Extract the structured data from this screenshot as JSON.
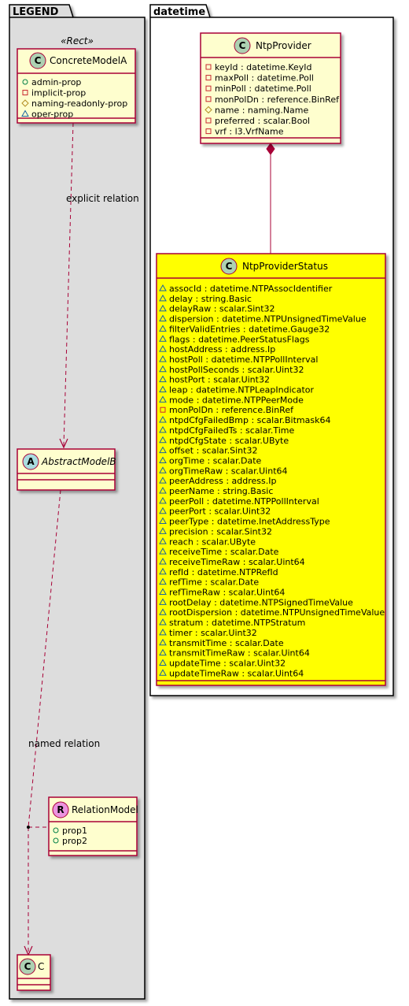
{
  "packages": {
    "legend": {
      "title": "LEGEND",
      "stereotype": "«Rect»"
    },
    "datetime": {
      "title": "datetime"
    }
  },
  "legend_classes": {
    "concrete": {
      "glyph": "C",
      "name": "ConcreteModelA",
      "attrs": [
        {
          "vis": "public",
          "text": "admin-prop"
        },
        {
          "vis": "private",
          "text": "implicit-prop"
        },
        {
          "vis": "protected",
          "text": "naming-readonly-prop"
        },
        {
          "vis": "package",
          "text": "oper-prop"
        }
      ]
    },
    "abstract": {
      "glyph": "A",
      "name": "AbstractModelB"
    },
    "relation": {
      "glyph": "R",
      "name": "RelationModel",
      "attrs": [
        {
          "vis": "public",
          "text": "prop1"
        },
        {
          "vis": "public",
          "text": "prop2"
        }
      ]
    },
    "c": {
      "glyph": "C",
      "name": "C"
    }
  },
  "edge_labels": {
    "explicit": "explicit relation",
    "named": "named relation"
  },
  "ntp_provider": {
    "glyph": "C",
    "name": "NtpProvider",
    "attrs": [
      {
        "vis": "private",
        "text": "keyId : datetime.KeyId"
      },
      {
        "vis": "private",
        "text": "maxPoll : datetime.Poll"
      },
      {
        "vis": "private",
        "text": "minPoll : datetime.Poll"
      },
      {
        "vis": "private",
        "text": "monPolDn : reference.BinRef"
      },
      {
        "vis": "protected",
        "text": "name : naming.Name"
      },
      {
        "vis": "private",
        "text": "preferred : scalar.Bool"
      },
      {
        "vis": "private",
        "text": "vrf : l3.VrfName"
      }
    ]
  },
  "ntp_provider_status": {
    "glyph": "C",
    "name": "NtpProviderStatus",
    "attrs": [
      {
        "vis": "package",
        "text": "assocId : datetime.NTPAssocIdentifier"
      },
      {
        "vis": "package",
        "text": "delay : string.Basic"
      },
      {
        "vis": "package",
        "text": "delayRaw : scalar.Sint32"
      },
      {
        "vis": "package",
        "text": "dispersion : datetime.NTPUnsignedTimeValue"
      },
      {
        "vis": "package",
        "text": "filterValidEntries : datetime.Gauge32"
      },
      {
        "vis": "package",
        "text": "flags : datetime.PeerStatusFlags"
      },
      {
        "vis": "package",
        "text": "hostAddress : address.Ip"
      },
      {
        "vis": "package",
        "text": "hostPoll : datetime.NTPPollInterval"
      },
      {
        "vis": "package",
        "text": "hostPollSeconds : scalar.Uint32"
      },
      {
        "vis": "package",
        "text": "hostPort : scalar.Uint32"
      },
      {
        "vis": "package",
        "text": "leap : datetime.NTPLeapIndicator"
      },
      {
        "vis": "package",
        "text": "mode : datetime.NTPPeerMode"
      },
      {
        "vis": "private",
        "text": "monPolDn : reference.BinRef"
      },
      {
        "vis": "package",
        "text": "ntpdCfgFailedBmp : scalar.Bitmask64"
      },
      {
        "vis": "package",
        "text": "ntpdCfgFailedTs : scalar.Time"
      },
      {
        "vis": "package",
        "text": "ntpdCfgState : scalar.UByte"
      },
      {
        "vis": "package",
        "text": "offset : scalar.Sint32"
      },
      {
        "vis": "package",
        "text": "orgTime : scalar.Date"
      },
      {
        "vis": "package",
        "text": "orgTimeRaw : scalar.Uint64"
      },
      {
        "vis": "package",
        "text": "peerAddress : address.Ip"
      },
      {
        "vis": "package",
        "text": "peerName : string.Basic"
      },
      {
        "vis": "package",
        "text": "peerPoll : datetime.NTPPollInterval"
      },
      {
        "vis": "package",
        "text": "peerPort : scalar.Uint32"
      },
      {
        "vis": "package",
        "text": "peerType : datetime.InetAddressType"
      },
      {
        "vis": "package",
        "text": "precision : scalar.Sint32"
      },
      {
        "vis": "package",
        "text": "reach : scalar.UByte"
      },
      {
        "vis": "package",
        "text": "receiveTime : scalar.Date"
      },
      {
        "vis": "package",
        "text": "receiveTimeRaw : scalar.Uint64"
      },
      {
        "vis": "package",
        "text": "refId : datetime.NTPRefId"
      },
      {
        "vis": "package",
        "text": "refTime : scalar.Date"
      },
      {
        "vis": "package",
        "text": "refTimeRaw : scalar.Uint64"
      },
      {
        "vis": "package",
        "text": "rootDelay : datetime.NTPSignedTimeValue"
      },
      {
        "vis": "package",
        "text": "rootDispersion : datetime.NTPUnsignedTimeValue"
      },
      {
        "vis": "package",
        "text": "stratum : datetime.NTPStratum"
      },
      {
        "vis": "package",
        "text": "timer : scalar.Uint32"
      },
      {
        "vis": "package",
        "text": "transmitTime : scalar.Date"
      },
      {
        "vis": "package",
        "text": "transmitTimeRaw : scalar.Uint64"
      },
      {
        "vis": "package",
        "text": "updateTime : scalar.Uint32"
      },
      {
        "vis": "package",
        "text": "updateTimeRaw : scalar.Uint64"
      }
    ]
  },
  "colors": {
    "class_fill": "#FEFECE",
    "class_border": "#A80036",
    "status_fill": "#FFFF00",
    "legend_fill": "#DDDDDD",
    "glyph_class": "#ADD1B2",
    "glyph_abstract": "#A9DCDF",
    "glyph_relation": "#EB93DF"
  }
}
